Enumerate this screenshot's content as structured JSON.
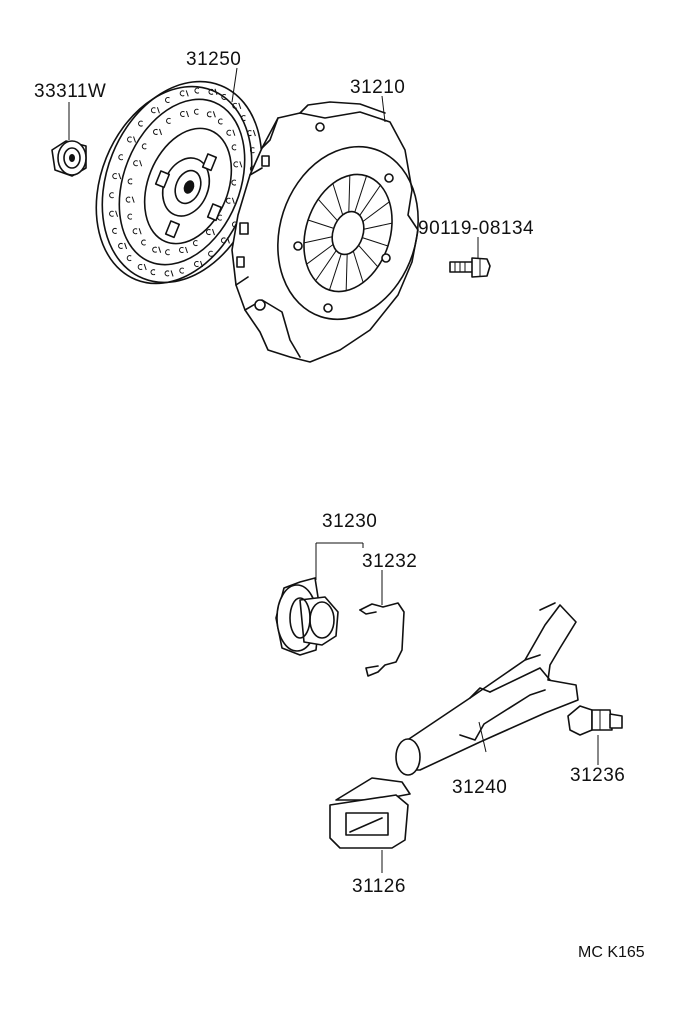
{
  "diagram": {
    "parts": [
      {
        "id": "pilot-bearing",
        "number": "33311W"
      },
      {
        "id": "clutch-disc",
        "number": "31250"
      },
      {
        "id": "clutch-cover",
        "number": "31210"
      },
      {
        "id": "cover-bolt",
        "number": "90119-08134"
      },
      {
        "id": "release-bearing-assy",
        "number": "31230"
      },
      {
        "id": "bearing-clip",
        "number": "31232"
      },
      {
        "id": "release-fork",
        "number": "31240"
      },
      {
        "id": "fork-support",
        "number": "31236"
      },
      {
        "id": "boot",
        "number": "31126"
      }
    ],
    "drawing_code": "MC K165"
  }
}
